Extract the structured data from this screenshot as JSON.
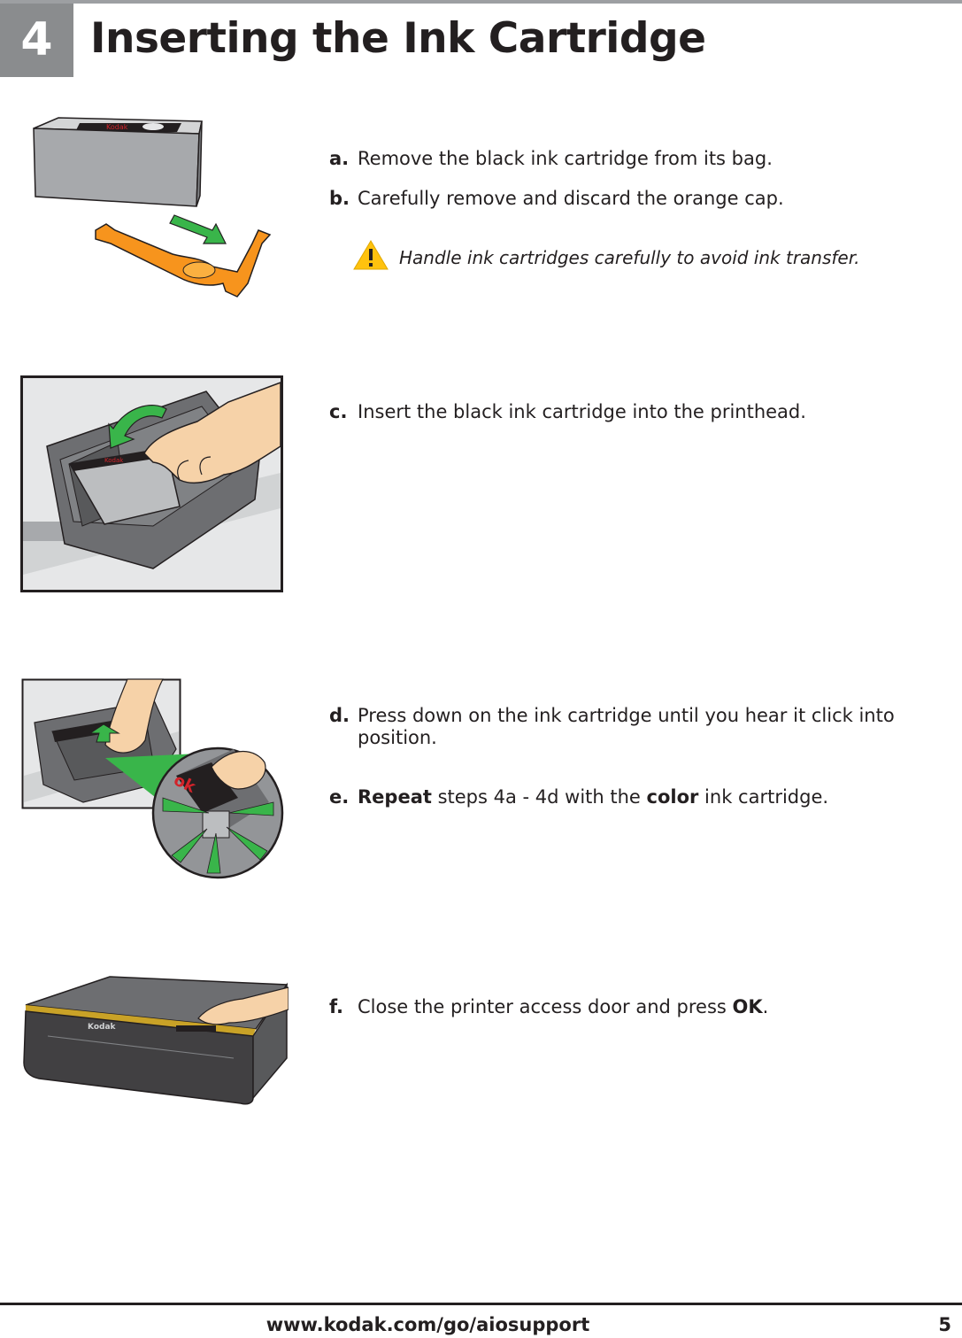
{
  "header": {
    "step_number": "4",
    "title": "Inserting the Ink Cartridge"
  },
  "steps": [
    {
      "letter": "a.",
      "text": "Remove the black ink cartridge from its bag."
    },
    {
      "letter": "b.",
      "text": "Carefully remove and discard the orange cap."
    },
    {
      "letter": "c.",
      "text": "Insert the black ink cartridge into the printhead."
    },
    {
      "letter": "d.",
      "text": "Press down on the ink cartridge until you hear it click into position."
    },
    {
      "letter": "e.",
      "parts": [
        "Repeat",
        " steps 4a - 4d with the ",
        "color",
        " ink cartridge."
      ]
    },
    {
      "letter": "f.",
      "parts": [
        "Close the printer access door and press ",
        "OK",
        "."
      ]
    }
  ],
  "note": {
    "icon": "warning-triangle-icon",
    "text": "Handle ink cartridges carefully to avoid ink transfer."
  },
  "illustrations": {
    "printer_brand": "Kodak"
  },
  "footer": {
    "url": "www.kodak.com/go/aiosupport",
    "page_number": "5"
  },
  "colors": {
    "step_box": "#8a8c8e",
    "cap_orange": "#f7941d",
    "arrow_green": "#39b54a",
    "warning_yellow": "#ffc20e"
  }
}
